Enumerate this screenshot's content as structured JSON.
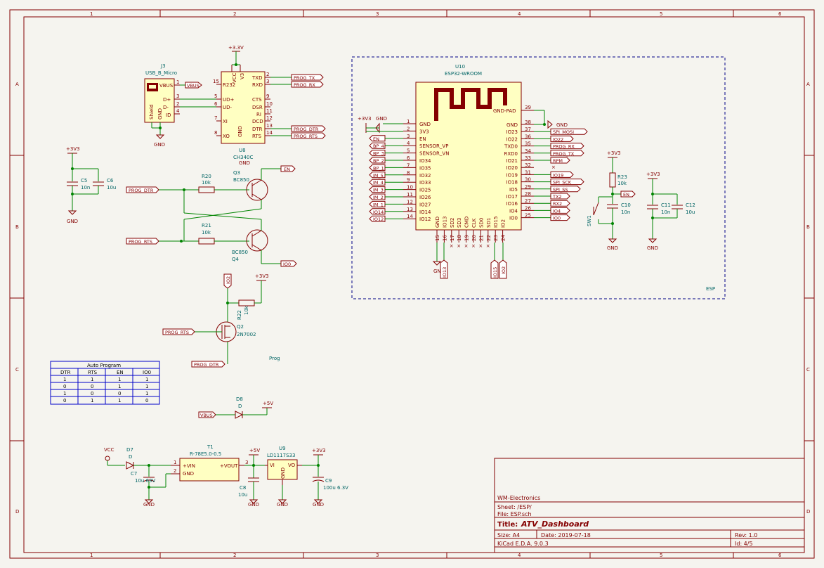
{
  "border": {
    "cols": [
      "1",
      "2",
      "3",
      "4",
      "5",
      "6"
    ],
    "rows": [
      "A",
      "B",
      "C",
      "D"
    ]
  },
  "labels": {
    "vbus": "VBUS",
    "prog_tx": "PROG_TX",
    "prog_rx": "PROG_RX",
    "prog_dtr": "PROG_DTR",
    "prog_rts": "PROG_RTS",
    "en": "EN",
    "io0": "IO0",
    "io2": "IO2",
    "io13": "IO13",
    "io15": "IO15",
    "io22": "IO22",
    "io19": "IO19",
    "spi_mosi": "SPI_MOSI",
    "spi_sck": "SPI_SCK",
    "spi_ss": "SPI_SS",
    "rpm": "RPM",
    "tx2": "TX2",
    "rx2": "RX2",
    "io4": "IO4",
    "bp_4": "BP_4",
    "bp_3": "BP_3",
    "bp_2": "BP_2",
    "bp_1": "BP_1",
    "im_5": "IM_5",
    "im_4": "IM_4",
    "im_3": "IM_3",
    "im_2": "IM_2",
    "im_1": "IM_1",
    "io14": "IO14",
    "io12": "IO12"
  },
  "power": {
    "p33": "+3.3V",
    "p3v3": "+3V3",
    "p5v": "+5V",
    "gnd": "GND",
    "vcc": "VCC"
  },
  "parts": {
    "j3_ref": "J3",
    "j3_val": "USB_B_Micro",
    "u8_ref": "U8",
    "u8_val": "CH340C",
    "u10_ref": "U10",
    "u10_val": "ESP32-WROOM",
    "c5_ref": "C5",
    "c5_val": "10n",
    "c6_ref": "C6",
    "c6_val": "10u",
    "r20_ref": "R20",
    "r20_val": "10k",
    "r21_ref": "R21",
    "r21_val": "10k",
    "q3_ref": "Q3",
    "q3_val": "BC850",
    "q4_ref": "Q4",
    "q4_val": "BC850",
    "r22_ref": "R22",
    "r22_val": "10k",
    "q2_ref": "Q2",
    "q2_val": "2N7002",
    "r23_ref": "R23",
    "r23_val": "10k",
    "c10_ref": "C10",
    "c10_val": "10n",
    "c11_ref": "C11",
    "c11_val": "10n",
    "c12_ref": "C12",
    "c12_val": "10u",
    "sw1_ref": "SW1",
    "d8_ref": "D8",
    "d8_val": "D",
    "d7_ref": "D7",
    "d7_val": "D",
    "c7_ref": "C7",
    "c7_val": "10u 63V",
    "t1_ref": "T1",
    "t1_val": "R-78E5.0-0.5",
    "c8_ref": "C8",
    "c8_val": "10u",
    "u9_ref": "U9",
    "u9_val": "LD1117S33",
    "c9_ref": "C9",
    "c9_val": "100u 6.3V"
  },
  "pins": {
    "j3": [
      "VBUS",
      "D+",
      "D-",
      "ID",
      "Shield",
      "GND"
    ],
    "j3_nums": [
      "1",
      "3",
      "2",
      "4"
    ],
    "u8_left": [
      "R232",
      "UD+",
      "UD-",
      "XI",
      "XO"
    ],
    "u8_left_nums": [
      "15",
      "5",
      "6",
      "7",
      "8"
    ],
    "u8_right": [
      "TXD",
      "RXD",
      "CTS",
      "DSR",
      "RI",
      "DCD",
      "DTR",
      "RTS"
    ],
    "u8_right_nums": [
      "2",
      "3",
      "9",
      "10",
      "11",
      "12",
      "13",
      "14"
    ],
    "u8_top": [
      "VCC",
      "V3"
    ],
    "u8_bottom": "GND",
    "u10_left": [
      "GND",
      "3V3",
      "EN",
      "SENSOR_VP",
      "SENSOR_VN",
      "IO34",
      "IO35",
      "IO32",
      "IO33",
      "IO25",
      "IO26",
      "IO27",
      "IO14",
      "IO12"
    ],
    "u10_left_nums": [
      "1",
      "2",
      "3",
      "4",
      "5",
      "6",
      "7",
      "8",
      "9",
      "10",
      "11",
      "12",
      "13",
      "14"
    ],
    "u10_right": [
      "GND",
      "IO23",
      "IO22",
      "TXD0",
      "RXD0",
      "IO21",
      "IO20",
      "IO19",
      "IO18",
      "IO5",
      "IO17",
      "IO16",
      "IO4",
      "IO0"
    ],
    "u10_right_nums": [
      "38",
      "37",
      "36",
      "35",
      "34",
      "33",
      "32",
      "31",
      "30",
      "29",
      "28",
      "27",
      "26",
      "25"
    ],
    "u10_bottom": [
      "GND",
      "IO13",
      "SD2",
      "SD3",
      "CMD",
      "CLK",
      "SD0",
      "SD1",
      "IO15",
      "IO2"
    ],
    "u10_bottom_nums": [
      "15",
      "16",
      "17",
      "18",
      "19",
      "20",
      "21",
      "22",
      "23",
      "24"
    ],
    "u10_pad": "GND-PAD",
    "u10_pad_num": "39",
    "t1": [
      "+VIN",
      "GND",
      "+VOUT"
    ],
    "u9": [
      "VI",
      "GND",
      "VO"
    ]
  },
  "table": {
    "title": "Auto Program",
    "headers": [
      "DTR",
      "RTS",
      "EN",
      "IO0"
    ],
    "rows": [
      [
        "1",
        "1",
        "1",
        "1"
      ],
      [
        "0",
        "0",
        "1",
        "1"
      ],
      [
        "1",
        "0",
        "0",
        "1"
      ],
      [
        "0",
        "1",
        "1",
        "0"
      ]
    ]
  },
  "notes": {
    "prog": "Prog",
    "esp": "ESP"
  },
  "title_block": {
    "company": "WM-Electronics",
    "sheet": "Sheet: /ESP/",
    "file": "File: ESP.sch",
    "title_label": "Title:",
    "title": "ATV_Dashboard",
    "size": "Size: A4",
    "date": "Date: 2019-07-18",
    "rev": "Rev: 1.0",
    "tool": "KiCad E.D.A. 9.0.3",
    "id": "Id: 4/5"
  },
  "colors": {
    "line": "#840000",
    "wire": "#008400",
    "label_fill": "#ffffff",
    "part_fill": "#ffffc2",
    "table_border": "#0000c8",
    "background": "#f5f4ef"
  }
}
